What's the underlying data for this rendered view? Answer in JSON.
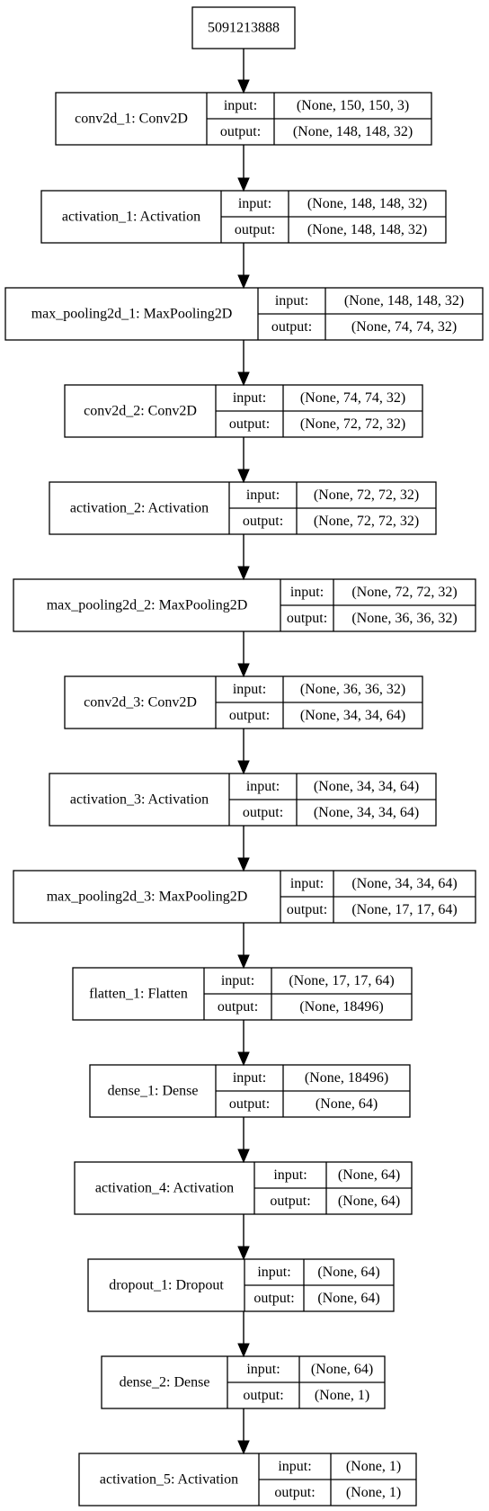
{
  "input_node": {
    "label": "5091213888"
  },
  "input_port_label": "input:",
  "output_port_label": "output:",
  "layers": [
    {
      "name": "conv2d_1: Conv2D",
      "input": "(None, 150, 150, 3)",
      "output": "(None, 148, 148, 32)"
    },
    {
      "name": "activation_1: Activation",
      "input": "(None, 148, 148, 32)",
      "output": "(None, 148, 148, 32)"
    },
    {
      "name": "max_pooling2d_1: MaxPooling2D",
      "input": "(None, 148, 148, 32)",
      "output": "(None, 74, 74, 32)"
    },
    {
      "name": "conv2d_2: Conv2D",
      "input": "(None, 74, 74, 32)",
      "output": "(None, 72, 72, 32)"
    },
    {
      "name": "activation_2: Activation",
      "input": "(None, 72, 72, 32)",
      "output": "(None, 72, 72, 32)"
    },
    {
      "name": "max_pooling2d_2: MaxPooling2D",
      "input": "(None, 72, 72, 32)",
      "output": "(None, 36, 36, 32)"
    },
    {
      "name": "conv2d_3: Conv2D",
      "input": "(None, 36, 36, 32)",
      "output": "(None, 34, 34, 64)"
    },
    {
      "name": "activation_3: Activation",
      "input": "(None, 34, 34, 64)",
      "output": "(None, 34, 34, 64)"
    },
    {
      "name": "max_pooling2d_3: MaxPooling2D",
      "input": "(None, 34, 34, 64)",
      "output": "(None, 17, 17, 64)"
    },
    {
      "name": "flatten_1: Flatten",
      "input": "(None, 17, 17, 64)",
      "output": "(None, 18496)"
    },
    {
      "name": "dense_1: Dense",
      "input": "(None, 18496)",
      "output": "(None, 64)"
    },
    {
      "name": "activation_4: Activation",
      "input": "(None, 64)",
      "output": "(None, 64)"
    },
    {
      "name": "dropout_1: Dropout",
      "input": "(None, 64)",
      "output": "(None, 64)"
    },
    {
      "name": "dense_2: Dense",
      "input": "(None, 64)",
      "output": "(None, 1)"
    },
    {
      "name": "activation_5: Activation",
      "input": "(None, 1)",
      "output": "(None, 1)"
    }
  ]
}
